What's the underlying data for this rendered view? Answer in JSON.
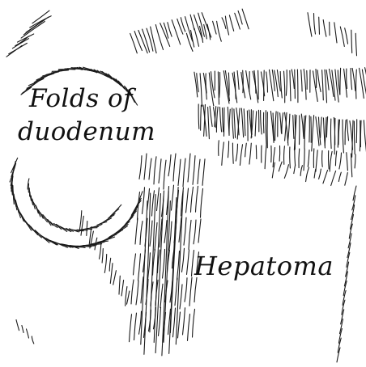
{
  "labels": {
    "folds_line1": "Folds of",
    "folds_line2": "duodenum",
    "hepatoma": "Hepatoma"
  },
  "colors": {
    "stroke": "#1a1a1a",
    "background": "#ffffff"
  }
}
